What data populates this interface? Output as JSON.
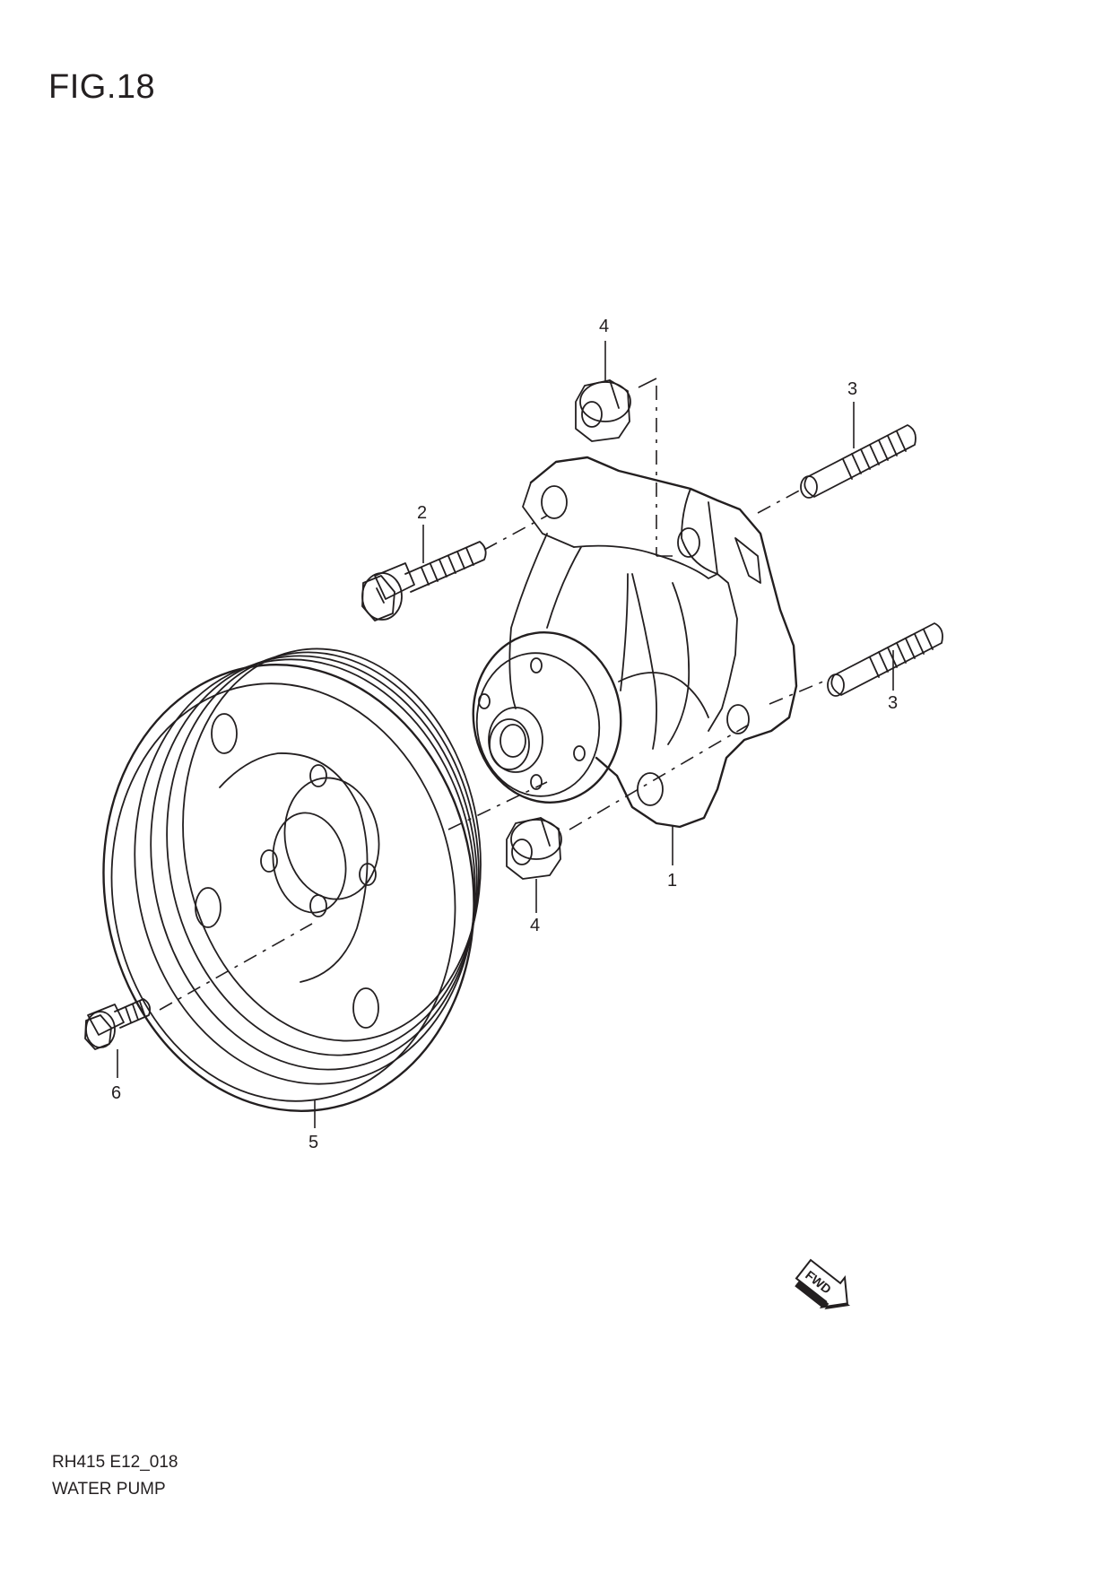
{
  "figure": {
    "title": "FIG.18"
  },
  "footer": {
    "code": "RH415 E12_018",
    "caption": "WATER PUMP"
  },
  "fwd_label": "FWD",
  "callouts": [
    "1",
    "2",
    "3",
    "3",
    "4",
    "4",
    "5",
    "6"
  ]
}
